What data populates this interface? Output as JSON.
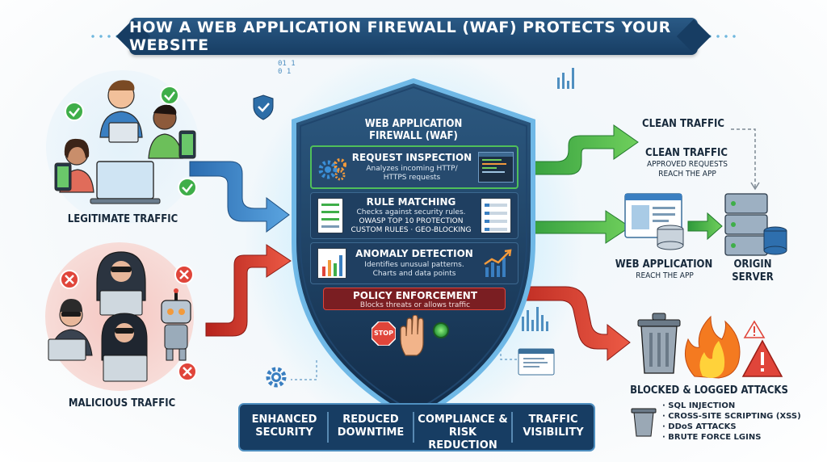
{
  "header": {
    "title": "HOW A WEB APPLICATION FIREWALL (WAF) PROTECTS YOUR WEBSITE"
  },
  "left": {
    "legit_label": "LEGITIMATE TRAFFIC",
    "malicious_label": "MALICIOUS TRAFFIC"
  },
  "shield": {
    "title_line1": "WEB APPLICATION",
    "title_line2": "FIREWALL (WAF)",
    "binary": "01 1 0 1",
    "panels": [
      {
        "title": "REQUEST INSPECTION",
        "desc_line1": "Analyzes incoming HTTP/",
        "desc_line2": "HTTPS requests"
      },
      {
        "title": "RULE MATCHING",
        "desc_line1": "Checks against security rules.",
        "desc_line2": "OWASP TOP 10 PROTECTION",
        "desc_line3": "CUSTOM RULES · GEO-BLOCKING"
      },
      {
        "title": "ANOMALY DETECTION",
        "desc_line1": "Identifies unusual patterns.",
        "desc_line2": "Charts and data points"
      },
      {
        "title": "POLICY ENFORCEMENT",
        "desc_line1": "Blocks threats or allows traffic",
        "stop": "STOP"
      }
    ]
  },
  "right": {
    "clean_top": "CLEAN TRAFFIC",
    "clean_title": "CLEAN TRAFFIC",
    "clean_desc1": "APPROVED REQUESTS",
    "clean_desc2": "REACH THE APP",
    "webapp_title": "WEB APPLICATION",
    "webapp_desc": "REACH THE APP",
    "origin_line1": "ORIGIN",
    "origin_line2": "SERVER",
    "blocked_title": "BLOCKED & LOGGED ATTACKS",
    "attacks": [
      "SQL INJECTION",
      "CROSS-SITE SCRIPTING (XSS)",
      "DDoS ATTACKS",
      "BRUTE FORCE LGINS"
    ]
  },
  "benefits": [
    {
      "line1": "ENHANCED",
      "line2": "SECURITY"
    },
    {
      "line1": "REDUCED",
      "line2": "DOWNTIME"
    },
    {
      "line1": "COMPLIANCE &",
      "line2": "RISK REDUCTION"
    },
    {
      "line1": "TRAFFIC",
      "line2": "VISIBILITY"
    }
  ],
  "colors": {
    "navy": "#173d63",
    "green": "#3fae49",
    "red": "#e0453a",
    "blue": "#3a7fc1",
    "fire": "#f47a20"
  }
}
